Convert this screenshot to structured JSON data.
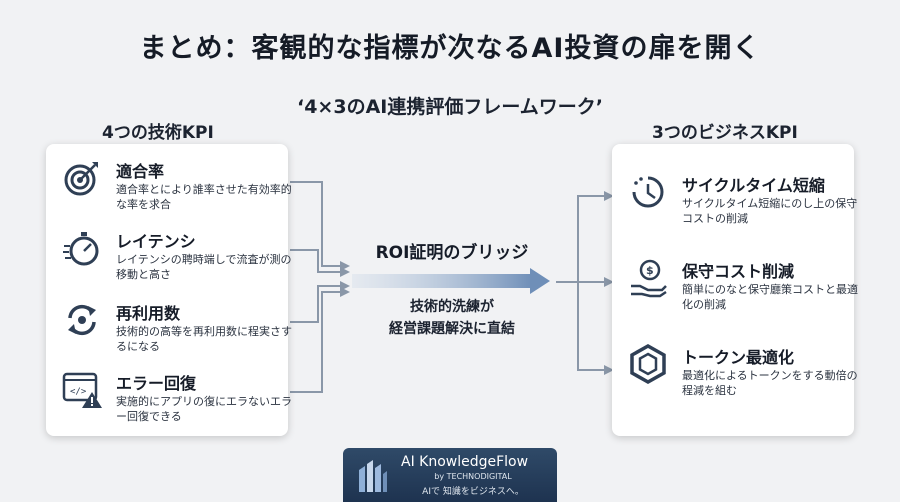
{
  "title": "まとめ：客観的な指標が次なるAI投資の扉を開く",
  "framework": "‘4×3のAI連携評価フレームワーク’",
  "left": {
    "heading": "4つの技術KPI",
    "items": [
      {
        "icon": "target-icon",
        "title": "適合率",
        "desc": "適合率とにより誰率させた有効率的な率を求合"
      },
      {
        "icon": "stopwatch-icon",
        "title": "レイテンシ",
        "desc": "レイテンシの聘時端しで流査が測の移動と高さ"
      },
      {
        "icon": "reuse-cycle-icon",
        "title": "再利用数",
        "desc": "技術的の高等を再利用数に程実さするになる"
      },
      {
        "icon": "code-warning-icon",
        "title": "エラー回復",
        "desc": "実施的にアプリの復にエラないエラー回復できる"
      }
    ]
  },
  "bridge": {
    "label": "ROI証明のブリッジ",
    "sub_line1": "技術的洗練が",
    "sub_line2": "経営課題解決に直結"
  },
  "right": {
    "heading": "3つのビジネスKPI",
    "items": [
      {
        "icon": "clock-icon",
        "title": "サイクルタイム短縮",
        "desc": "サイクルタイム短縮にのし上の保守コストの削減"
      },
      {
        "icon": "coin-hand-icon",
        "title": "保守コスト削減",
        "desc": "簡単にのなと保守廳策コストと最適化の削減"
      },
      {
        "icon": "hexagon-icon",
        "title": "トークン最適化",
        "desc": "最適化によるトークンをする動倍の程減を組む"
      }
    ]
  },
  "logo": {
    "brand": "AI KnowledgeFlow",
    "by": "by TECHNODIGITAL",
    "tagline": "AIで 知識をビジネスへ。"
  },
  "colors": {
    "icon": "#2f3f55",
    "connector": "#8a97a8",
    "arrow": "#6f8fb8",
    "logo_bg": "#24395a"
  }
}
